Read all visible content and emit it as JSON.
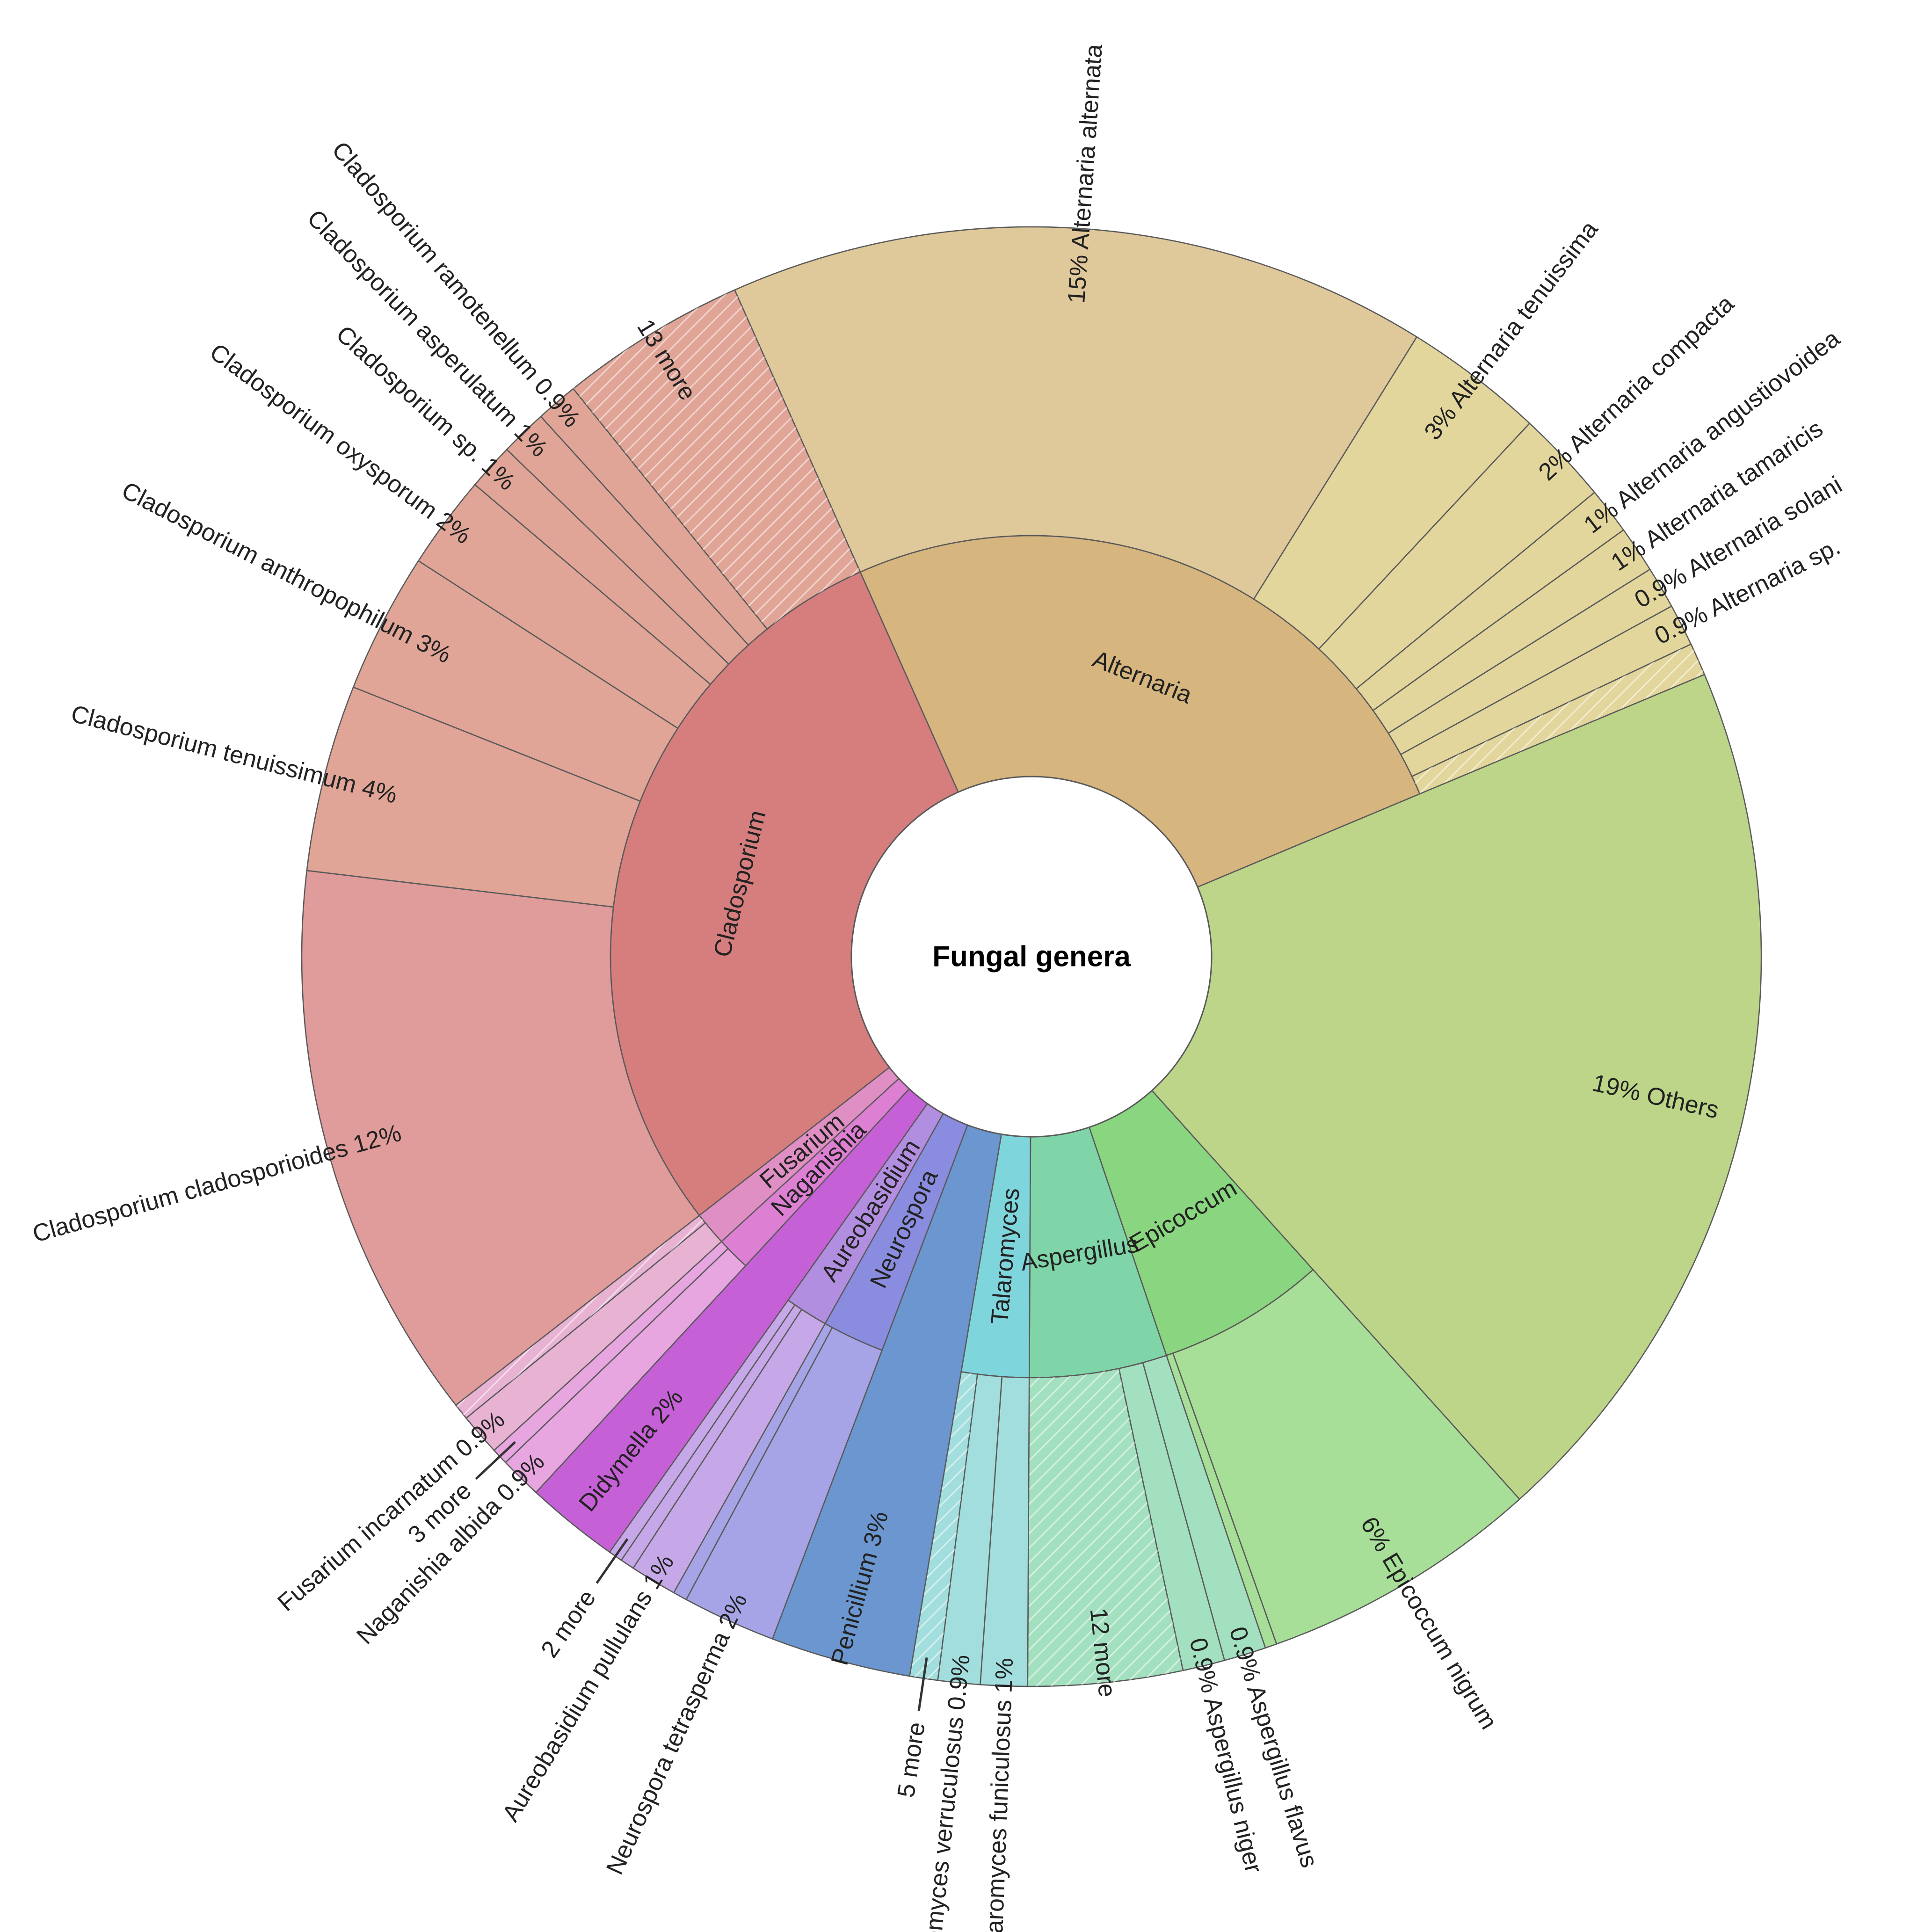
{
  "chart_data": {
    "type": "sunburst",
    "title": "Fungal genera",
    "genera": [
      {
        "name": "Alternaria",
        "label": "Alternaria",
        "color": "#d7b57f",
        "species": [
          {
            "label": "Alternaria alternata",
            "pct": "15%",
            "value": 15,
            "color": "#dfc89a"
          },
          {
            "label": "Alternaria tenuissima",
            "pct": "3%",
            "value": 3,
            "color": "#e2d69c"
          },
          {
            "label": "Alternaria compacta",
            "pct": "2%",
            "value": 2,
            "color": "#e2d69c"
          },
          {
            "label": "Alternaria angustiovoidea",
            "pct": "1%",
            "value": 1,
            "color": "#e2d69c"
          },
          {
            "label": "Alternaria tamaricis",
            "pct": "1%",
            "value": 1,
            "color": "#e2d69c"
          },
          {
            "label": "Alternaria solani",
            "pct": "0.9%",
            "value": 0.9,
            "color": "#e2d69c"
          },
          {
            "label": "Alternaria sp.",
            "pct": "0.9%",
            "value": 0.9,
            "color": "#e2d69c"
          },
          {
            "label": "",
            "pct": "",
            "value": 0.7,
            "color": "#e2d69c",
            "hatched": true
          }
        ]
      },
      {
        "name": "Others",
        "label": "",
        "color": "#bcd588",
        "species": [
          {
            "label": "Others",
            "pct": "19%",
            "value": 19,
            "color": "#bcd588"
          }
        ]
      },
      {
        "name": "Epicoccum",
        "label": "Epicoccum",
        "color": "#8ad57f",
        "species": [
          {
            "label": "Epicoccum nigrum",
            "pct": "6%",
            "value": 6,
            "color": "#a8df98"
          },
          {
            "label": "",
            "pct": "",
            "value": 0.25,
            "color": "#a8df98"
          }
        ]
      },
      {
        "name": "Aspergillus",
        "label": "Aspergillus",
        "color": "#7fd5a8",
        "species": [
          {
            "label": "Aspergillus flavus",
            "pct": "0.9%",
            "value": 0.9,
            "color": "#a3e0c0"
          },
          {
            "label": "Aspergillus niger",
            "pct": "0.9%",
            "value": 0.9,
            "color": "#a3e0c0"
          },
          {
            "label": "12 more",
            "pct": "",
            "value": 3.3,
            "color": "#a3e0c0",
            "hatched": true
          }
        ]
      },
      {
        "name": "Talaromyces",
        "label": "Talaromyces",
        "color": "#7fd5dc",
        "species": [
          {
            "label": "Talaromyces funiculosus",
            "pct": "1%",
            "value": 1,
            "color": "#a3dede"
          },
          {
            "label": "Talaromyces verruculosus",
            "pct": "0.9%",
            "value": 0.9,
            "color": "#a3dede"
          },
          {
            "label": "5 more",
            "pct": "",
            "value": 0.6,
            "color": "#a3dede",
            "hatched": true
          }
        ]
      },
      {
        "name": "Penicillium",
        "label": "",
        "color": "#6b96d0",
        "species": [
          {
            "label": "Penicillium",
            "pct": "3%",
            "value": 3,
            "color": "#6b96d0"
          }
        ]
      },
      {
        "name": "Neurospora",
        "label": "Neurospora",
        "color": "#8a8ce0",
        "species": [
          {
            "label": "Neurospora tetrasperma",
            "pct": "2%",
            "value": 2,
            "color": "#a6a4e6"
          },
          {
            "label": "",
            "pct": "",
            "value": 0.3,
            "color": "#a6a4e6"
          }
        ]
      },
      {
        "name": "Aureobasidium",
        "label": "Aureobasidium",
        "color": "#b28ee0",
        "species": [
          {
            "label": "Aureobasidium pullulans",
            "pct": "1%",
            "value": 1,
            "color": "#c6a8e8"
          },
          {
            "label": "",
            "pct": "",
            "value": 0.3,
            "color": "#c6a8e8"
          },
          {
            "label": "2 more",
            "pct": "",
            "value": 0.3,
            "color": "#c6a8e8"
          }
        ]
      },
      {
        "name": "Didymella",
        "label": "",
        "color": "#c660d6",
        "species": [
          {
            "label": "Didymella",
            "pct": "2%",
            "value": 2,
            "color": "#c660d6"
          }
        ]
      },
      {
        "name": "Naganishia",
        "label": "Naganishia",
        "color": "#dd7fd3",
        "species": [
          {
            "label": "Naganishia albida",
            "pct": "0.9%",
            "value": 0.9,
            "color": "#e7a6df"
          },
          {
            "label": "3 more",
            "pct": "",
            "value": 0.35,
            "color": "#e7a6df"
          }
        ]
      },
      {
        "name": "Fusarium",
        "label": "Fusarium",
        "color": "#df8fc3",
        "species": [
          {
            "label": "Fusarium incarnatum",
            "pct": "0.9%",
            "value": 0.9,
            "color": "#e8b2d3"
          },
          {
            "label": "",
            "pct": "",
            "value": 0.35,
            "color": "#e8b2d3",
            "hatched": true
          }
        ]
      },
      {
        "name": "Cladosporium",
        "label": "Cladosporium",
        "color": "#d67d7d",
        "species": [
          {
            "label": "Cladosporium cladosporioides",
            "pct": "12%",
            "value": 12,
            "color": "#e09b9b"
          },
          {
            "label": "Cladosporium tenuissimum",
            "pct": "4%",
            "value": 4,
            "color": "#e0a597"
          },
          {
            "label": "Cladosporium anthropophilum",
            "pct": "3%",
            "value": 3,
            "color": "#e0a597"
          },
          {
            "label": "Cladosporium oxysporum",
            "pct": "2%",
            "value": 2,
            "color": "#e0a597"
          },
          {
            "label": "Cladosporium sp.",
            "pct": "1%",
            "value": 1,
            "color": "#e0a597"
          },
          {
            "label": "Cladosporium asperulatum",
            "pct": "1%",
            "value": 1,
            "color": "#e0a597"
          },
          {
            "label": "Cladosporium ramotenellum",
            "pct": "0.9%",
            "value": 0.9,
            "color": "#e0a597"
          },
          {
            "label": "13 more",
            "pct": "",
            "value": 4,
            "color": "#e0a597",
            "hatched": true
          }
        ]
      }
    ]
  }
}
